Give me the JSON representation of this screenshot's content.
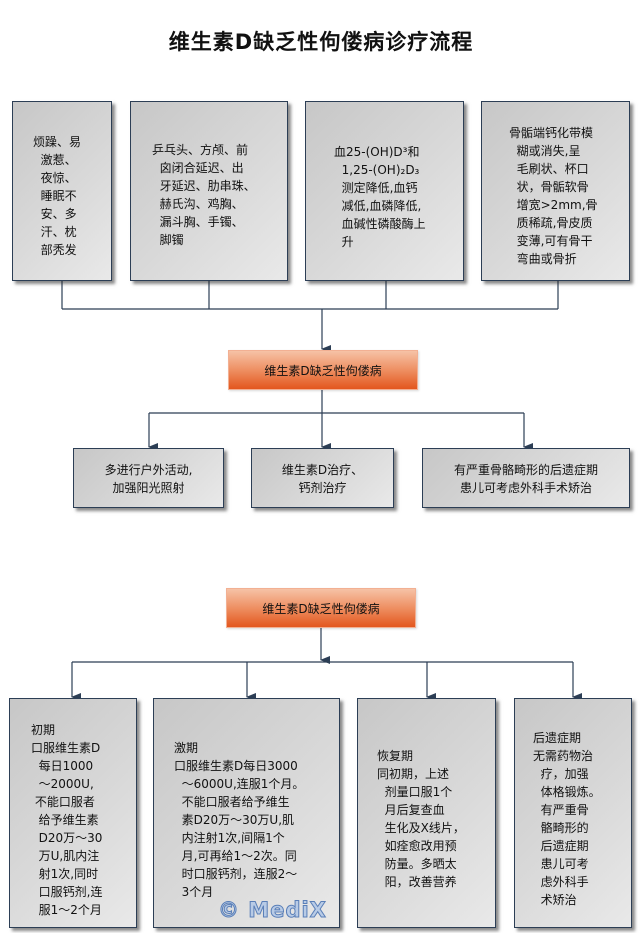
{
  "title": "维生素D缺乏性佝偻病诊疗流程",
  "colors": {
    "line": "#2c3e55",
    "orange_top": "#f6c2a6",
    "orange_bottom": "#e3561e",
    "box_fill": "#d6d6d6"
  },
  "section1": {
    "symptoms": [
      {
        "lines": [
          "烦躁、易",
          "  激惹、",
          "  夜惊、",
          "  睡眠不",
          "  安、多",
          "  汗、枕",
          "  部秃发"
        ]
      },
      {
        "lines": [
          "乒乓头、方颅、前",
          "  囟闭合延迟、出",
          "  牙延迟、肋串珠、",
          "  赫氏沟、鸡胸、",
          "  漏斗胸、手镯、",
          "  脚镯"
        ]
      },
      {
        "lines": [
          "血25-(OH)D³和",
          "  1,25-(OH)₂D₃",
          "  测定降低,血钙",
          "  减低,血磷降低,",
          "  血碱性磷酸酶上",
          "  升"
        ]
      },
      {
        "lines": [
          "骨骺端钙化带模",
          "  糊或消失,呈",
          "  毛刷状、杯口",
          "  状，骨骺软骨",
          "  增宽>2mm,骨",
          "  质稀疏,骨皮质",
          "  变薄,可有骨干",
          "  弯曲或骨折"
        ]
      }
    ],
    "diagnosis": "维生素D缺乏性佝偻病",
    "treatments": [
      {
        "lines": [
          "多进行户外活动,",
          "加强阳光照射"
        ]
      },
      {
        "lines": [
          "维生素D治疗、",
          "钙剂治疗"
        ]
      },
      {
        "lines": [
          "有严重骨骼畸形的后遗症期",
          "患儿可考虑外科手术矫治"
        ]
      }
    ]
  },
  "section2": {
    "diagnosis": "维生素D缺乏性佝偻病",
    "stages": [
      {
        "lines": [
          "初期",
          "口服维生素D",
          "  每日1000",
          "  ～2000U,",
          " 不能口服者",
          "  给予维生素",
          "  D20万～30",
          "  万U,肌内注",
          "  射1次,同时",
          "  口服钙剂,连",
          "  服1～2个月"
        ]
      },
      {
        "lines": [
          "激期",
          "口服维生素D每日3000",
          "  ～6000U,连服1个月。",
          "  不能口服者给予维生",
          "  素D20万～30万U,肌",
          "  内注射1次,间隔1个",
          "  月,可再给1～2次。同",
          "  时口服钙剂，连服2～",
          "  3个月"
        ]
      },
      {
        "lines": [
          "恢复期",
          "同初期，上述",
          "  剂量口服1个",
          "  月后复查血",
          "  生化及X线片，",
          "  如痊愈改用预",
          "  防量。多晒太",
          "  阳，改善营养"
        ]
      },
      {
        "lines": [
          "后遗症期",
          "无需药物治",
          "  疗，加强",
          "  体格锻炼。",
          "  有严重骨",
          "  骼畸形的",
          "  后遗症期",
          "  患儿可考",
          "  虑外科手",
          "  术矫治"
        ]
      }
    ]
  },
  "watermark": "© MediX"
}
